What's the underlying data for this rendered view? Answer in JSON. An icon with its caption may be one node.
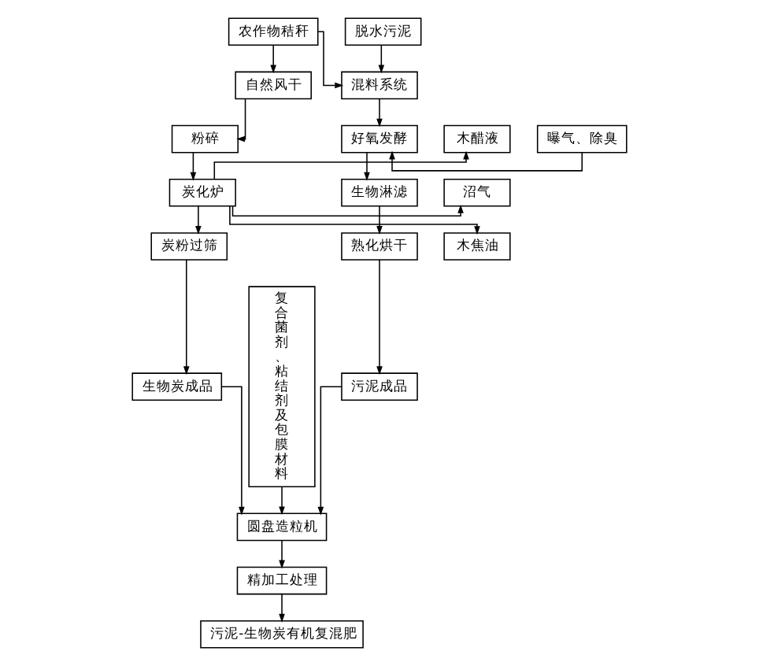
{
  "diagram": {
    "nodes": [
      {
        "text": [
          "农作物秸秆"
        ]
      },
      {
        "text": [
          "脱水污泥"
        ]
      },
      {
        "text": [
          "自然风干"
        ]
      },
      {
        "text": [
          "混料系统"
        ]
      },
      {
        "text": [
          "粉碎"
        ]
      },
      {
        "text": [
          "好氧发酵"
        ]
      },
      {
        "text": [
          "曝气、除臭"
        ]
      },
      {
        "text": [
          "木醋液"
        ]
      },
      {
        "text": [
          "炭化炉"
        ]
      },
      {
        "text": [
          "生物淋滤"
        ]
      },
      {
        "text": [
          "沼气"
        ]
      },
      {
        "text": [
          "木焦油"
        ]
      },
      {
        "text": [
          "炭粉过筛"
        ]
      },
      {
        "text": [
          "熟化烘干"
        ]
      },
      {
        "text": [
          "生物炭成品"
        ]
      },
      {
        "text": [
          "污泥成品"
        ]
      },
      {
        "text": [
          "复合菌剂、粘结剂及包膜材料"
        ]
      },
      {
        "text": [
          "圆盘造粒机"
        ]
      },
      {
        "text": [
          "精加工处理"
        ]
      },
      {
        "text": [
          "污泥-生物炭有机复混肥"
        ]
      }
    ],
    "edges": [
      {
        "from": 0,
        "to": 2,
        "arrow": "to"
      },
      {
        "from": 0,
        "to": 3,
        "arrow": "to"
      },
      {
        "from": 1,
        "to": 3,
        "arrow": "to"
      },
      {
        "from": 2,
        "to": 4,
        "arrow": "to"
      },
      {
        "from": 3,
        "to": 5,
        "arrow": "to"
      },
      {
        "from": 6,
        "to": 5,
        "arrow": "to"
      },
      {
        "from": 4,
        "to": 8,
        "arrow": "to"
      },
      {
        "from": 8,
        "to": 7,
        "arrow": "to"
      },
      {
        "from": 8,
        "to": 10,
        "arrow": "to"
      },
      {
        "from": 8,
        "to": 11,
        "arrow": "to"
      },
      {
        "from": 5,
        "to": 9,
        "arrow": "to"
      },
      {
        "from": 8,
        "to": 12,
        "arrow": "to"
      },
      {
        "from": 9,
        "to": 13,
        "arrow": "to"
      },
      {
        "from": 12,
        "to": 14,
        "arrow": "to"
      },
      {
        "from": 13,
        "to": 15,
        "arrow": "to"
      },
      {
        "from": 14,
        "to": 17,
        "arrow": "to"
      },
      {
        "from": 16,
        "to": 17,
        "arrow": "to"
      },
      {
        "from": 15,
        "to": 17,
        "arrow": "to"
      },
      {
        "from": 17,
        "to": 18,
        "arrow": "to"
      },
      {
        "from": 18,
        "to": 19,
        "arrow": "to"
      }
    ]
  }
}
